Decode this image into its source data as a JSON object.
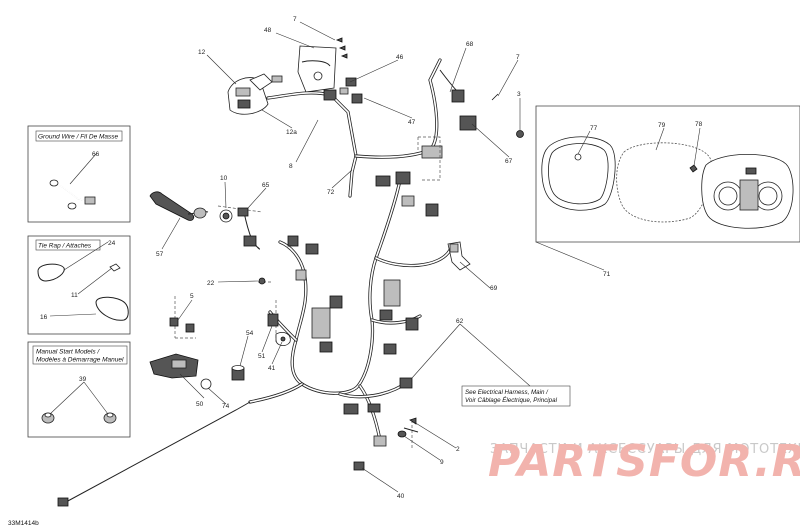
{
  "diagram_code": "33M1414b",
  "callouts": [
    "7",
    "48",
    "12",
    "68",
    "46",
    "7",
    "3",
    "47",
    "12a",
    "8",
    "77",
    "79",
    "78",
    "67",
    "72",
    "10",
    "65",
    "57",
    "71",
    "22",
    "69",
    "5",
    "62",
    "54",
    "51",
    "41",
    "50",
    "74",
    "2",
    "9",
    "40",
    "66",
    "24",
    "11",
    "16",
    "39"
  ],
  "boxes": {
    "ground_wire": "Ground Wire / Fil De Masse",
    "tie_rap": "Tie Rap / Attaches",
    "manual_start_line1": "Manual Start Models /",
    "manual_start_line2": "Modèles à Démarrage Manuel"
  },
  "note": {
    "line1": "See Electrical Harness, Main /",
    "line2": "Voir Câblage Électrique, Principal"
  },
  "watermark": {
    "tagline": "ЗАПЧАСТИ И АКСЕССУАРЫ ДЛЯ МОТОТЕХНИКИ",
    "brand": "PARTSFOR.RU"
  }
}
